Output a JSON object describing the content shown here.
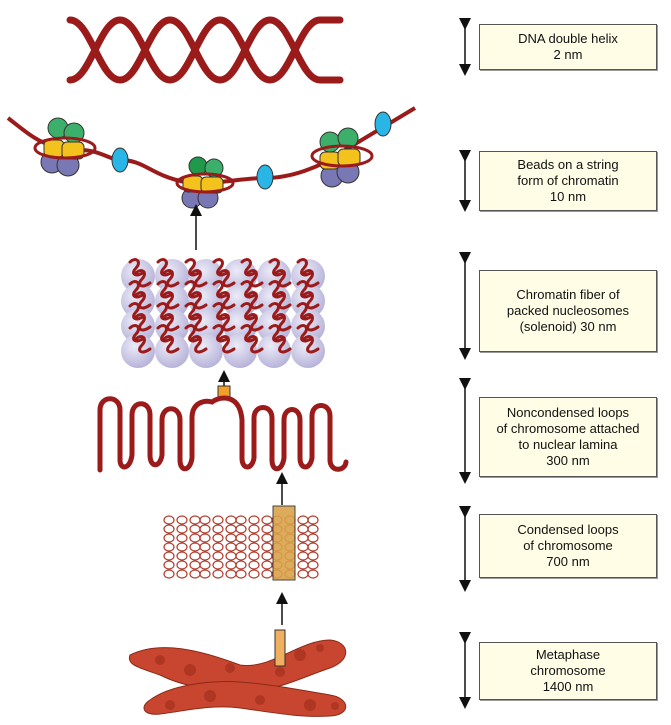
{
  "colors": {
    "dna": "#9b1b1b",
    "histone_green": "#3cb06b",
    "histone_yellow": "#f4c21c",
    "histone_purple": "#7a78b4",
    "linker_blue": "#29b6e6",
    "solenoid_sphere": "#c9c6e4",
    "scaffold": "#d9a24a",
    "chromosome": "#c8462f",
    "label_fill": "#fffde6"
  },
  "levels": [
    {
      "id": "dna-helix",
      "lines": [
        "DNA double helix",
        "2 nm"
      ]
    },
    {
      "id": "beads-on-string",
      "lines": [
        "Beads on a string",
        "form of chromatin",
        "10 nm"
      ]
    },
    {
      "id": "chromatin-fiber",
      "lines": [
        "Chromatin fiber of",
        "packed nucleosomes",
        "(solenoid) 30 nm"
      ]
    },
    {
      "id": "noncondensed-loops",
      "lines": [
        "Noncondensed loops",
        "of chromosome attached",
        "to nuclear lamina",
        "300 nm"
      ]
    },
    {
      "id": "condensed-loops",
      "lines": [
        "Condensed loops",
        "of chromosome",
        "700 nm"
      ]
    },
    {
      "id": "metaphase-chromosome",
      "lines": [
        "Metaphase",
        "chromosome",
        "1400 nm"
      ]
    }
  ]
}
